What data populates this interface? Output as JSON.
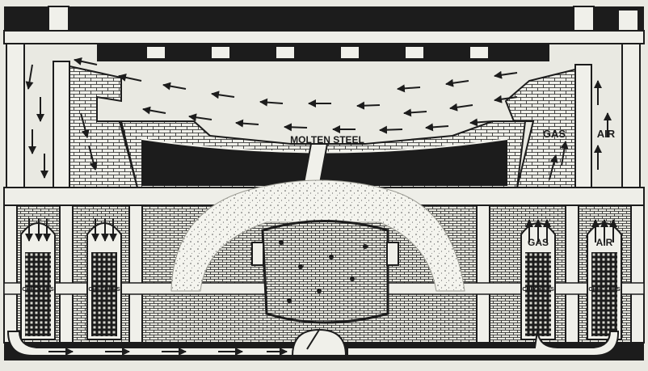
{
  "labels": {
    "molten_steel": "MOLTEN STEEL",
    "gas_top": "GAS",
    "air_top": "AIR",
    "gas_bottom": "GAS",
    "air_bottom": "AIR",
    "checkers_1": "CHECKERS",
    "checkers_2": "CHECKERS",
    "checkers_3": "CHECKERS",
    "checkers_4": "CHECKERS"
  },
  "colors": {
    "background": "#e9e9e2",
    "ink": "#1c1c1c",
    "paper": "#f0f0ea"
  }
}
